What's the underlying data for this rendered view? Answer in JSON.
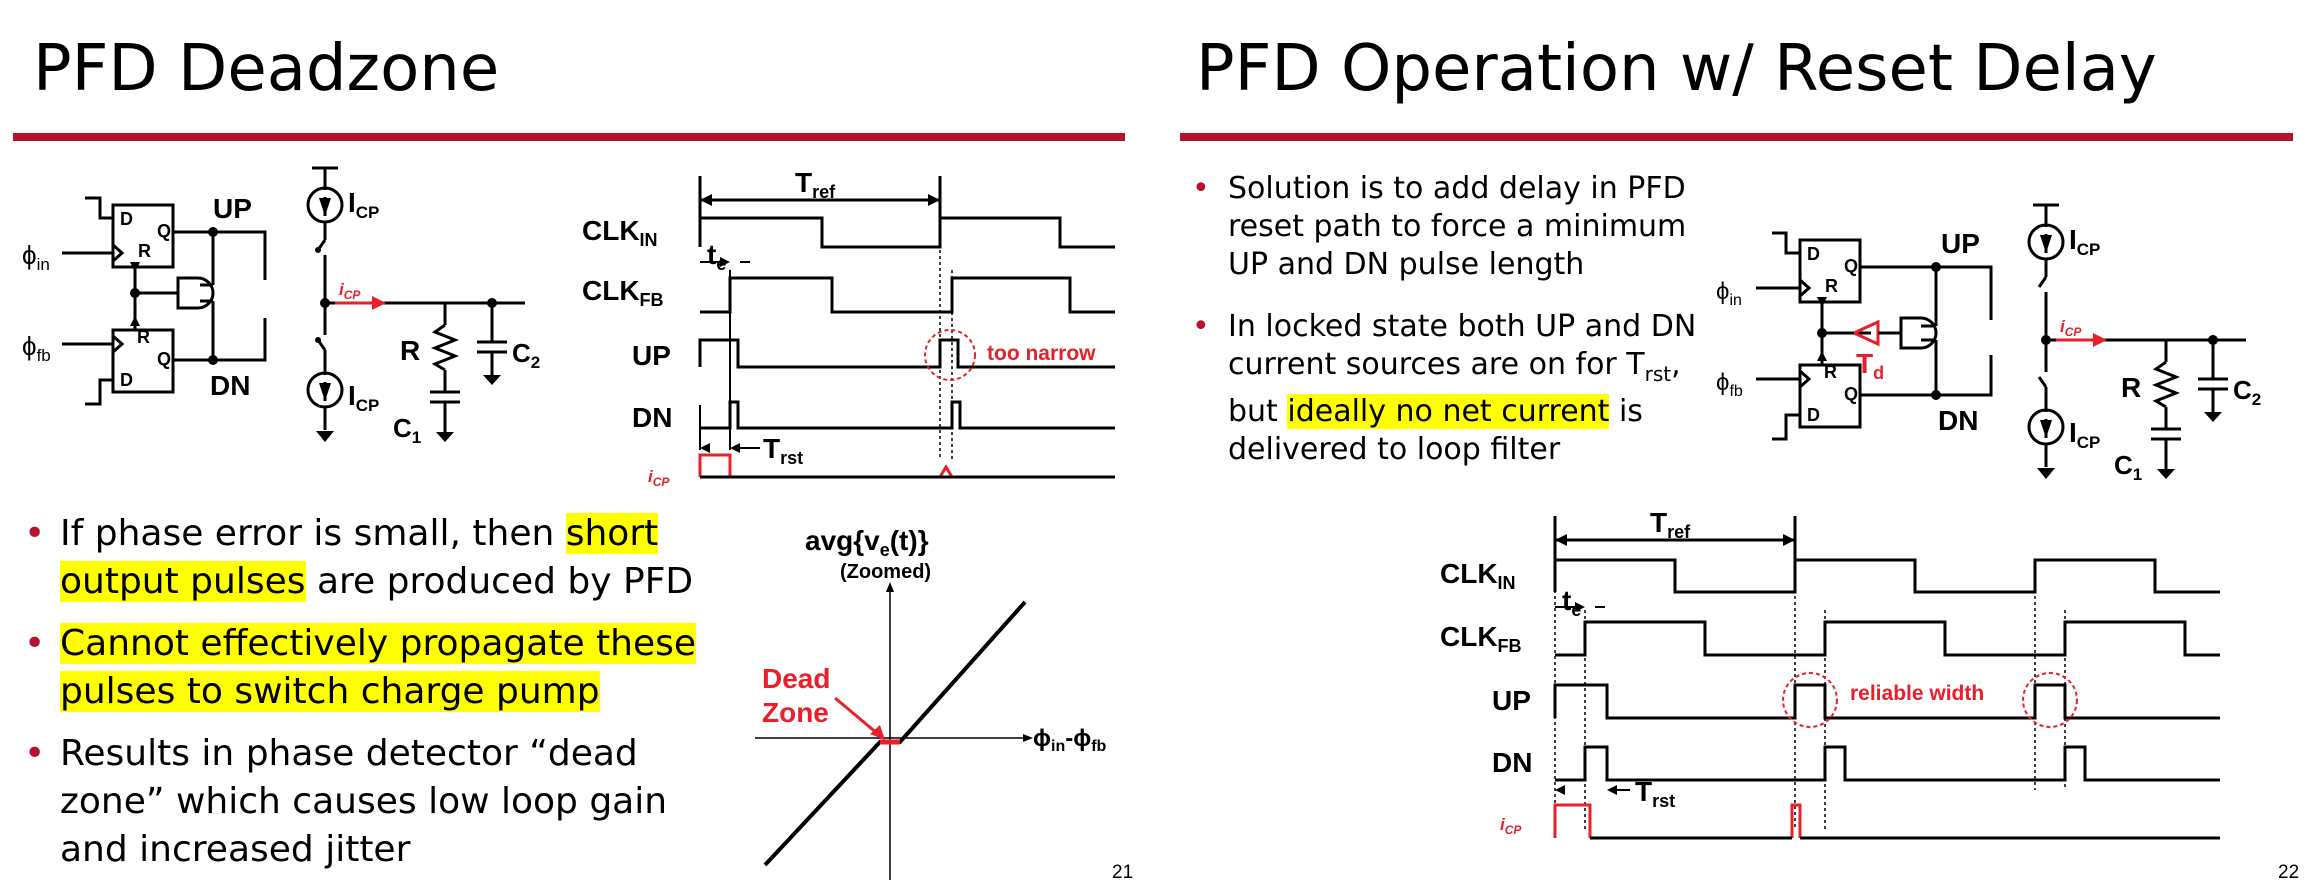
{
  "slides": [
    {
      "title": "PFD Deadzone",
      "page": "21",
      "bullets": [
        {
          "pre": "If phase error is small, then ",
          "hl": "short output pulses",
          "post": " are produced by PFD"
        },
        {
          "pre": "",
          "hl": "Cannot effectively propagate these pulses to switch charge pump",
          "post": ""
        },
        {
          "pre": "Results in phase detector “dead zone” which causes low loop gain and increased jitter",
          "hl": "",
          "post": ""
        }
      ]
    },
    {
      "title": "PFD Operation w/ Reset Delay",
      "page": "22",
      "bullets": [
        {
          "pre": "Solution is to add delay in PFD reset path to force a minimum UP and DN pulse length",
          "hl": "",
          "post": ""
        },
        {
          "pre": "In locked state both UP and DN current sources are on for ",
          "pre_sub": "T",
          "sub": "rst",
          "mid": ", but ",
          "hl": "ideally no net current",
          "post": " is delivered to loop filter"
        }
      ]
    }
  ],
  "labels": {
    "d": "D",
    "q": "Q",
    "r": "R",
    "up": "UP",
    "dn": "DN",
    "phi": "ϕ",
    "in": "in",
    "fb": "fb",
    "i": "I",
    "cp": "CP",
    "icp_i": "i",
    "icp_cp": "CP",
    "res": "R",
    "cap": "C",
    "c1": "1",
    "c2": "2",
    "clk": "CLK",
    "clk_in": "IN",
    "clk_fb": "FB",
    "t": "T",
    "ref": "ref",
    "rst": "rst",
    "te_t": "t",
    "te_e": "e",
    "td_t": "T",
    "td_d": "d",
    "too_narrow": "too narrow",
    "reliable_width": "reliable width",
    "avg_pre": "avg{v",
    "avg_sub": "e",
    "avg_post": "(t)}",
    "zoomed": "(Zoomed)",
    "dead": "Dead",
    "zone": "Zone",
    "axis_phi1": "ϕ",
    "axis_in": "in",
    "axis_minus": "-ϕ",
    "axis_fb": "fb"
  },
  "colors": {
    "accent": "#b5122e",
    "highlight": "#ffff00",
    "red": "#e8202a"
  }
}
